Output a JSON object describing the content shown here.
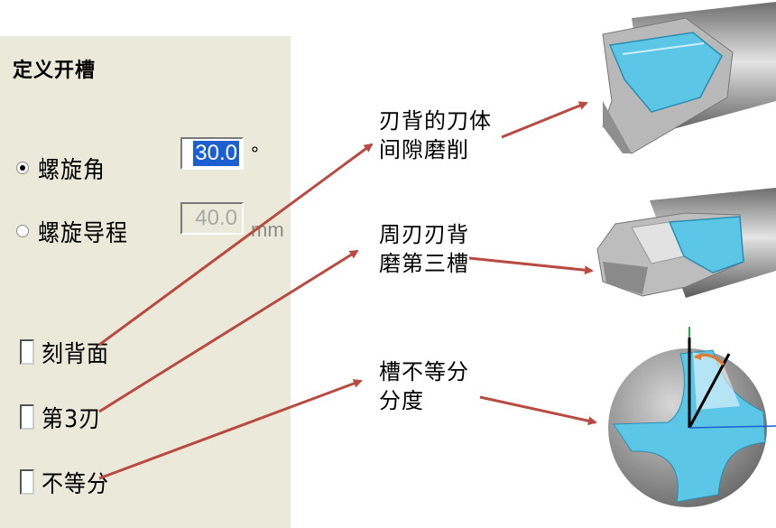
{
  "dialog": {
    "title": "定义开槽",
    "helix_angle": {
      "label": "螺旋角",
      "value": "30.0",
      "unit": "°",
      "selected": true
    },
    "helix_lead": {
      "label": "螺旋导程",
      "value": "40.0",
      "unit": "mm",
      "selected": false
    },
    "options": [
      {
        "label": "刻背面",
        "checked": false
      },
      {
        "label": "第3刃",
        "checked": false
      },
      {
        "label": "不等分",
        "checked": false
      }
    ]
  },
  "annotations": [
    {
      "line1": "刃背的刀体",
      "line2": "间隙磨削"
    },
    {
      "line1": "周刃刃背",
      "line2": "磨第三槽"
    },
    {
      "line1": "槽不等分",
      "line2": "分度"
    }
  ],
  "colors": {
    "panel_bg": "#ebe9d9",
    "arrow": "#b84a42",
    "flute_blue": "#5cc6e6",
    "tool_gray": "#9a9a9a",
    "selection": "#1c5fd0"
  }
}
